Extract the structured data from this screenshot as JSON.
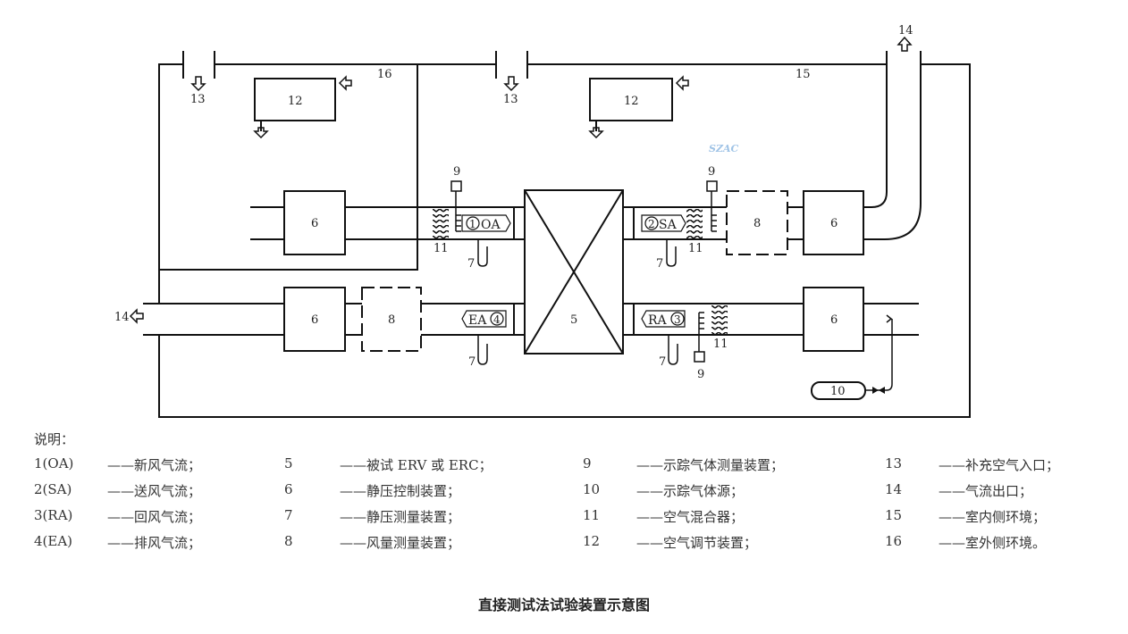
{
  "diagram": {
    "labels": {
      "n5": "5",
      "n6": "6",
      "n7": "7",
      "n8": "8",
      "n9": "9",
      "n10": "10",
      "n11": "11",
      "n12": "12",
      "n13": "13",
      "n14": "14",
      "n15": "15",
      "n16": "16"
    },
    "flows": {
      "oa": {
        "num": "1",
        "code": "OA"
      },
      "sa": {
        "num": "2",
        "code": "SA"
      },
      "ra": {
        "num": "3",
        "code": "RA"
      },
      "ea": {
        "num": "4",
        "code": "EA"
      }
    },
    "watermark": "SZAC"
  },
  "legend": {
    "heading": "说明：",
    "items": [
      {
        "key": "1(OA)",
        "text": "——新风气流；"
      },
      {
        "key": "2(SA)",
        "text": "——送风气流；"
      },
      {
        "key": "3(RA)",
        "text": "——回风气流；"
      },
      {
        "key": "4(EA)",
        "text": "——排风气流；"
      },
      {
        "key": "5",
        "text": "——被试 ERV 或 ERC；"
      },
      {
        "key": "6",
        "text": "——静压控制装置；"
      },
      {
        "key": "7",
        "text": "——静压测量装置；"
      },
      {
        "key": "8",
        "text": "——风量测量装置；"
      },
      {
        "key": "9",
        "text": "——示踪气体测量装置；"
      },
      {
        "key": "10",
        "text": "——示踪气体源；"
      },
      {
        "key": "11",
        "text": "——空气混合器；"
      },
      {
        "key": "12",
        "text": "——空气调节装置；"
      },
      {
        "key": "13",
        "text": "——补充空气入口；"
      },
      {
        "key": "14",
        "text": "——气流出口；"
      },
      {
        "key": "15",
        "text": "——室内侧环境；"
      },
      {
        "key": "16",
        "text": "——室外侧环境。"
      }
    ]
  },
  "caption": "直接测试法试验装置示意图"
}
